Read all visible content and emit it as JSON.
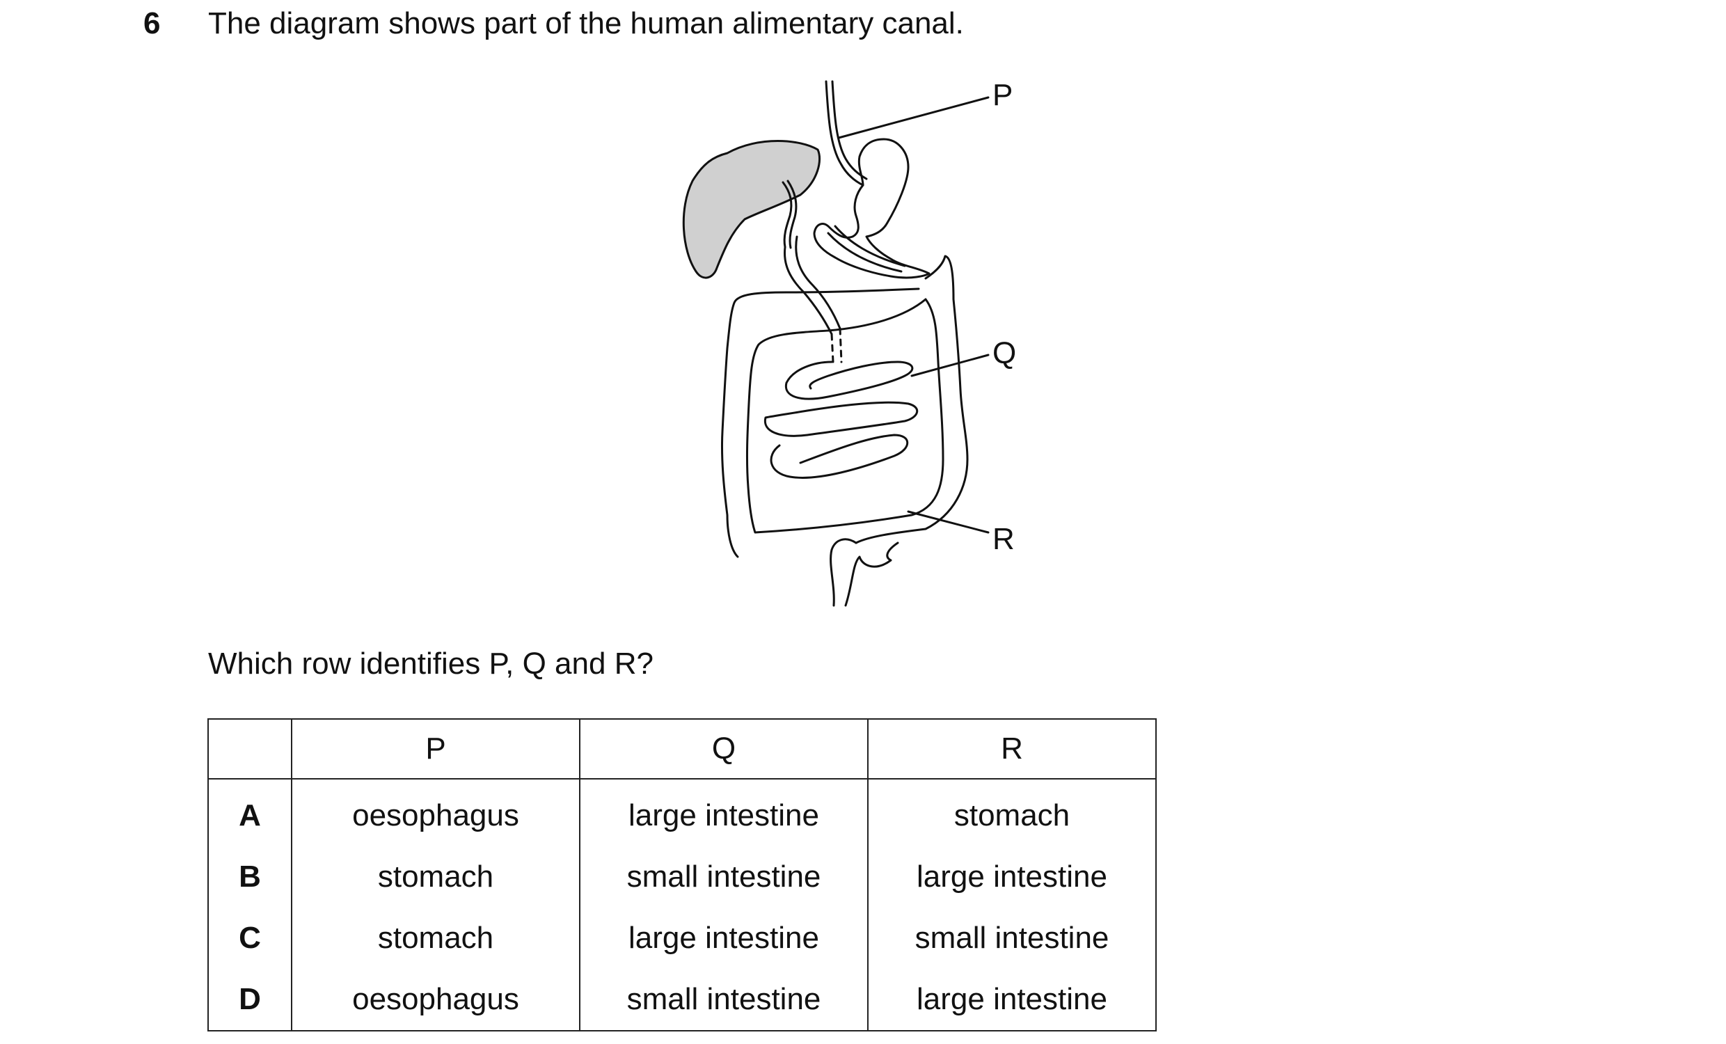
{
  "question": {
    "number": "6",
    "stem": "The diagram shows part of the human alimentary canal.",
    "prompt": "Which row identifies P, Q and R?"
  },
  "diagram": {
    "labels": {
      "p": "P",
      "q": "Q",
      "r": "R"
    },
    "liver_color": "#d0d0d0"
  },
  "table": {
    "headers": [
      "",
      "P",
      "Q",
      "R"
    ],
    "rows": [
      {
        "letter": "A",
        "p": "oesophagus",
        "q": "large intestine",
        "r": "stomach"
      },
      {
        "letter": "B",
        "p": "stomach",
        "q": "small intestine",
        "r": "large intestine"
      },
      {
        "letter": "C",
        "p": "stomach",
        "q": "large intestine",
        "r": "small intestine"
      },
      {
        "letter": "D",
        "p": "oesophagus",
        "q": "small intestine",
        "r": "large intestine"
      }
    ]
  }
}
